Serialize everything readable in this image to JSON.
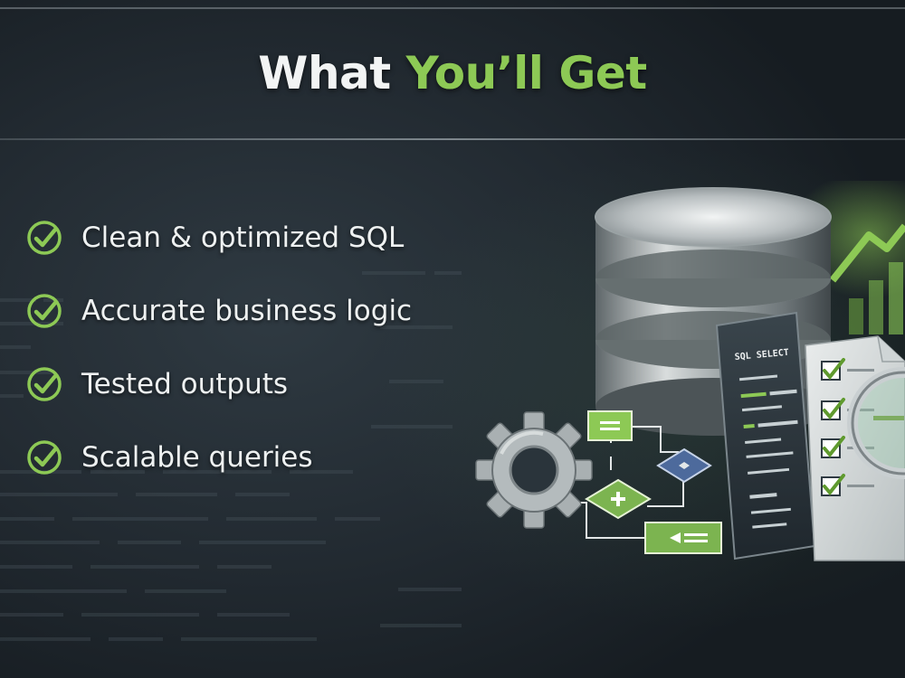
{
  "header": {
    "title_white": "What",
    "title_green": "You’ll Get"
  },
  "features": [
    {
      "label": "Clean & optimized SQL",
      "icon": "check-circle-icon"
    },
    {
      "label": "Accurate business logic",
      "icon": "check-circle-icon"
    },
    {
      "label": "Tested outputs",
      "icon": "check-circle-icon"
    },
    {
      "label": "Scalable queries",
      "icon": "check-circle-icon"
    }
  ],
  "illustration": {
    "document_heading": "SQL SELECT",
    "icons": [
      "database-icon",
      "gear-icon",
      "flowchart-icon",
      "code-document-icon",
      "checklist-icon",
      "magnifier-icon",
      "growth-chart-icon"
    ]
  },
  "colors": {
    "accent_green": "#8dc955",
    "background": "#222a31",
    "text": "#eef1f1"
  }
}
